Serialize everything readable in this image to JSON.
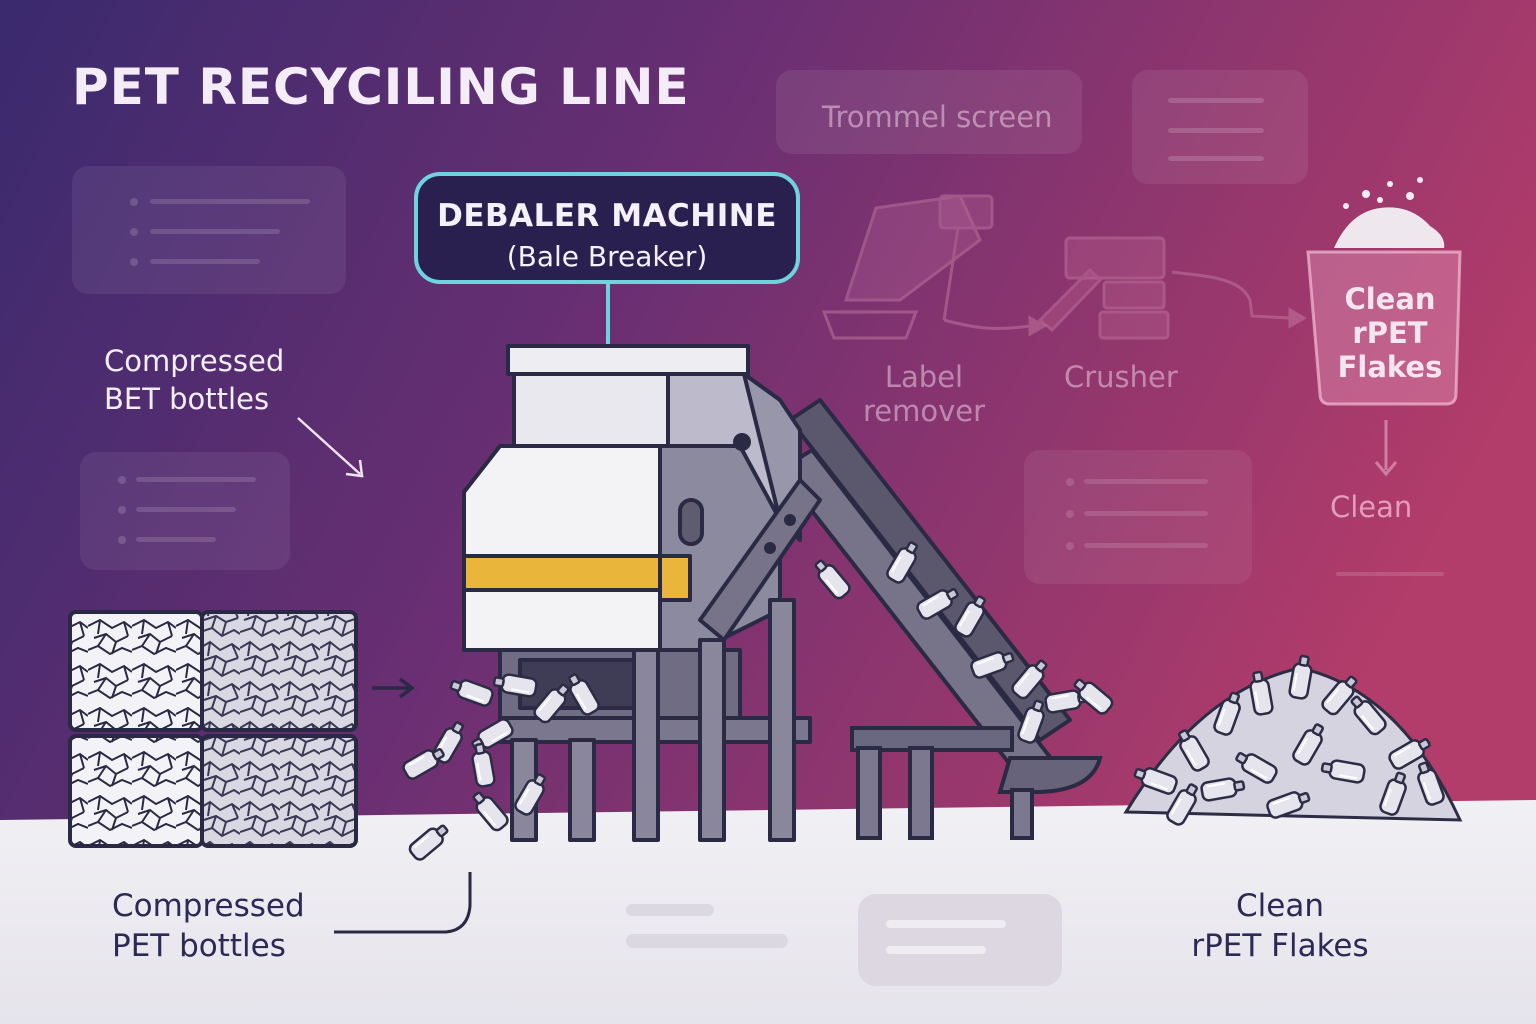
{
  "title": "PET RECYCILING LINE",
  "debaler": {
    "line1": "DEBALER MACHINE",
    "line2": "(Bale Breaker)"
  },
  "labels": {
    "compressed_top_line1": "Compressed",
    "compressed_top_line2": "BET bottles",
    "compressed_bottom_line1": "Compressed",
    "compressed_bottom_line2": "PET bottles",
    "clean_flakes_line1": "Clean",
    "clean_flakes_line2": "rPET Flakes"
  },
  "process": {
    "trommel": "Trommel screen",
    "label_remover_line1": "Label",
    "label_remover_line2": "remover",
    "crusher": "Crusher",
    "clean_box_line1": "Clean",
    "clean_box_line2": "rPET",
    "clean_box_line3": "Flakes",
    "clean_output": "Clean"
  },
  "colors": {
    "background_left": "#3A2A6E",
    "background_right": "#B23C6A",
    "floor": "#EEEDF1",
    "accent_teal": "#6FD3DE",
    "machine_body": "#8A8898",
    "machine_dark": "#4A4860",
    "stripe_yellow": "#E9B53A",
    "label_box": "#29204F"
  }
}
